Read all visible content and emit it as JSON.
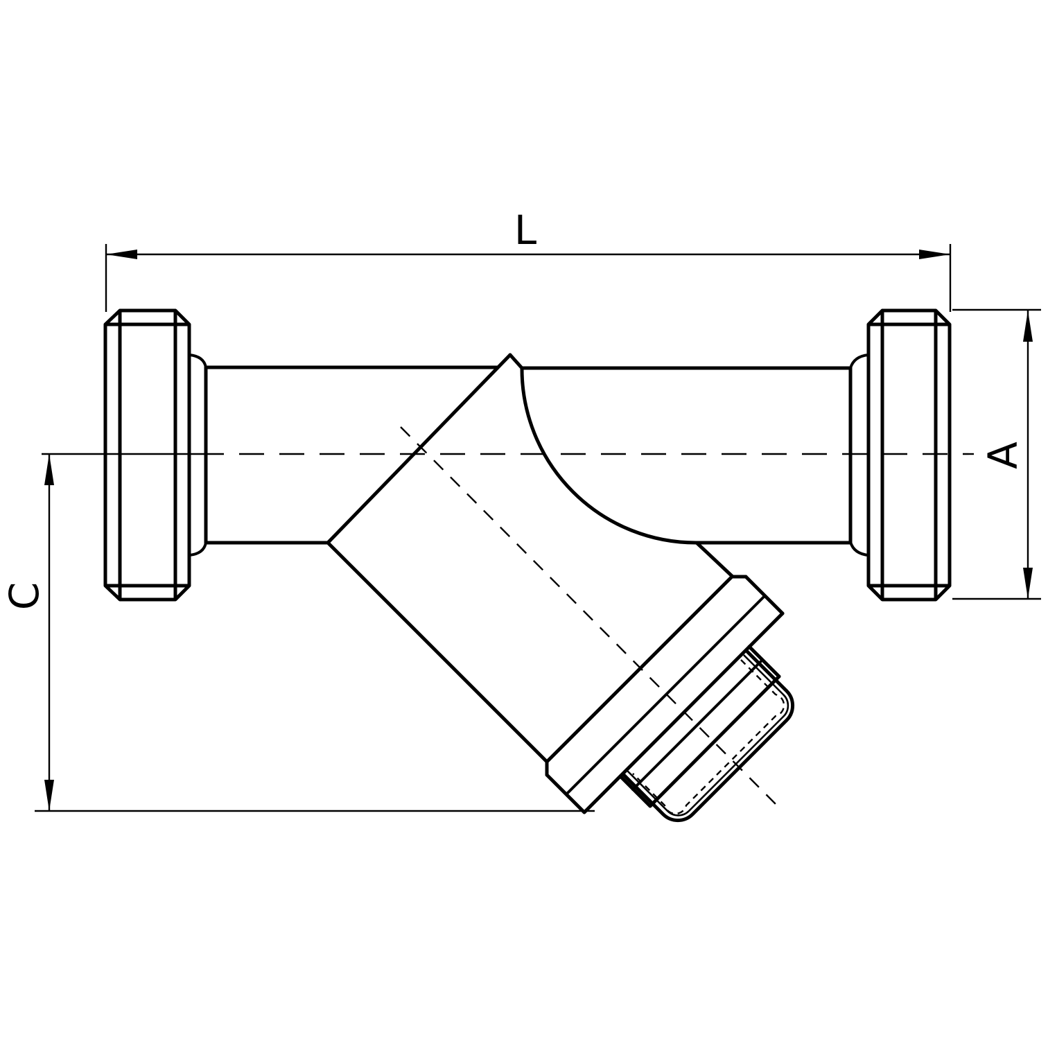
{
  "drawing": {
    "kind": "y-strainer-fitting-dimension-drawing",
    "labels": {
      "length": "L",
      "height": "A",
      "center_to_cap": "C"
    },
    "colors": {
      "ink": "#000000",
      "background": "#ffffff"
    }
  }
}
